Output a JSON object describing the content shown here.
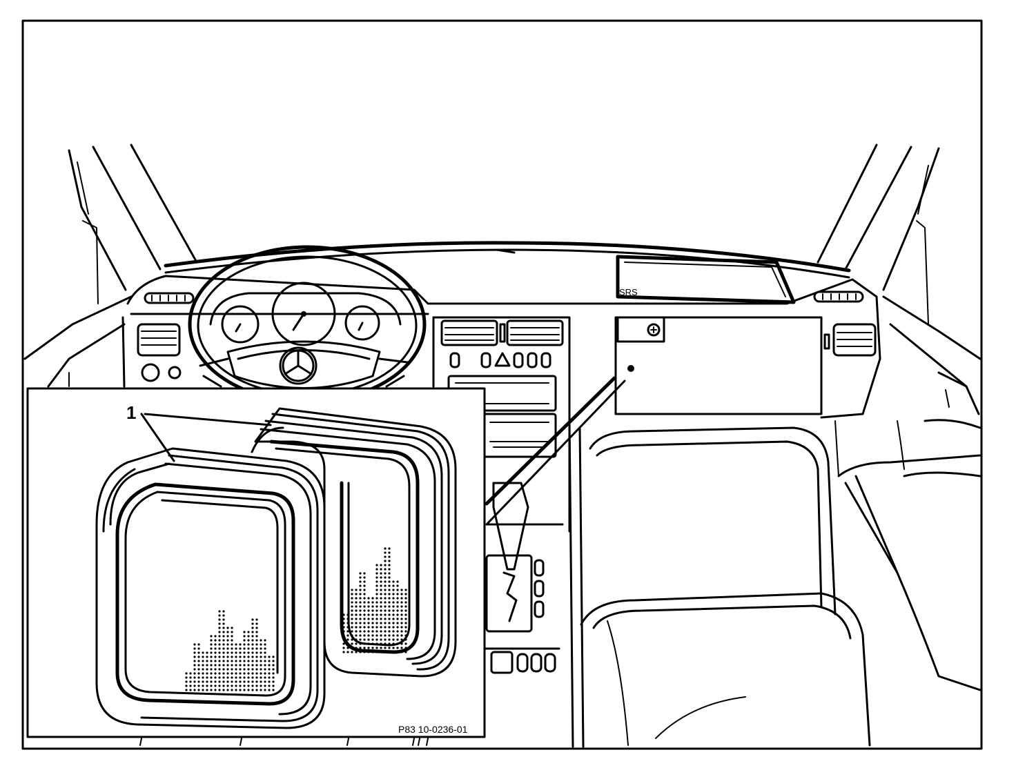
{
  "labels": {
    "part_number": "1",
    "srs_text": "SRS",
    "figure_id": "P83 10-0236-01"
  },
  "icons": {
    "badge": "mercedes-star-icon",
    "hazard": "hazard-triangle-icon"
  },
  "colors": {
    "ink": "#000000",
    "paper": "#ffffff"
  }
}
